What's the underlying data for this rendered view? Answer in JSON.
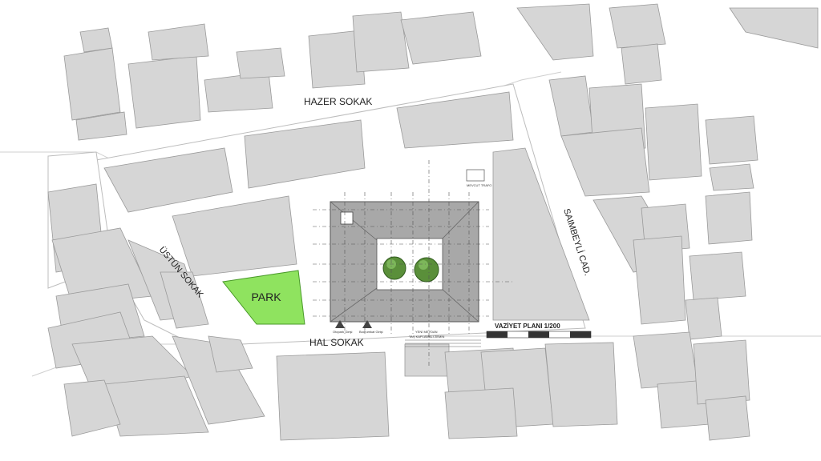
{
  "streets": {
    "north": "HAZER SOKAK",
    "south": "HAL SOKAK",
    "west": "ÜSTÜN SOKAK",
    "east": "SAIMBEYLİ CAD."
  },
  "park_label": "PARK",
  "plan_title": "VAZİYET PLANI  1/200",
  "notes": {
    "trafo": "MEVCUT TRAFO",
    "entry1": "Otopark Girişi",
    "entry2": "Bodrumkat Girişi",
    "square": "YENİ MEYDAN",
    "paving": "TAŞ KAPLAMALI ZEMİN"
  },
  "colors": {
    "building": "#d6d6d6",
    "park": "#8fe35f",
    "roof": "#a8a8a8",
    "tree": "#5a8f3a"
  }
}
